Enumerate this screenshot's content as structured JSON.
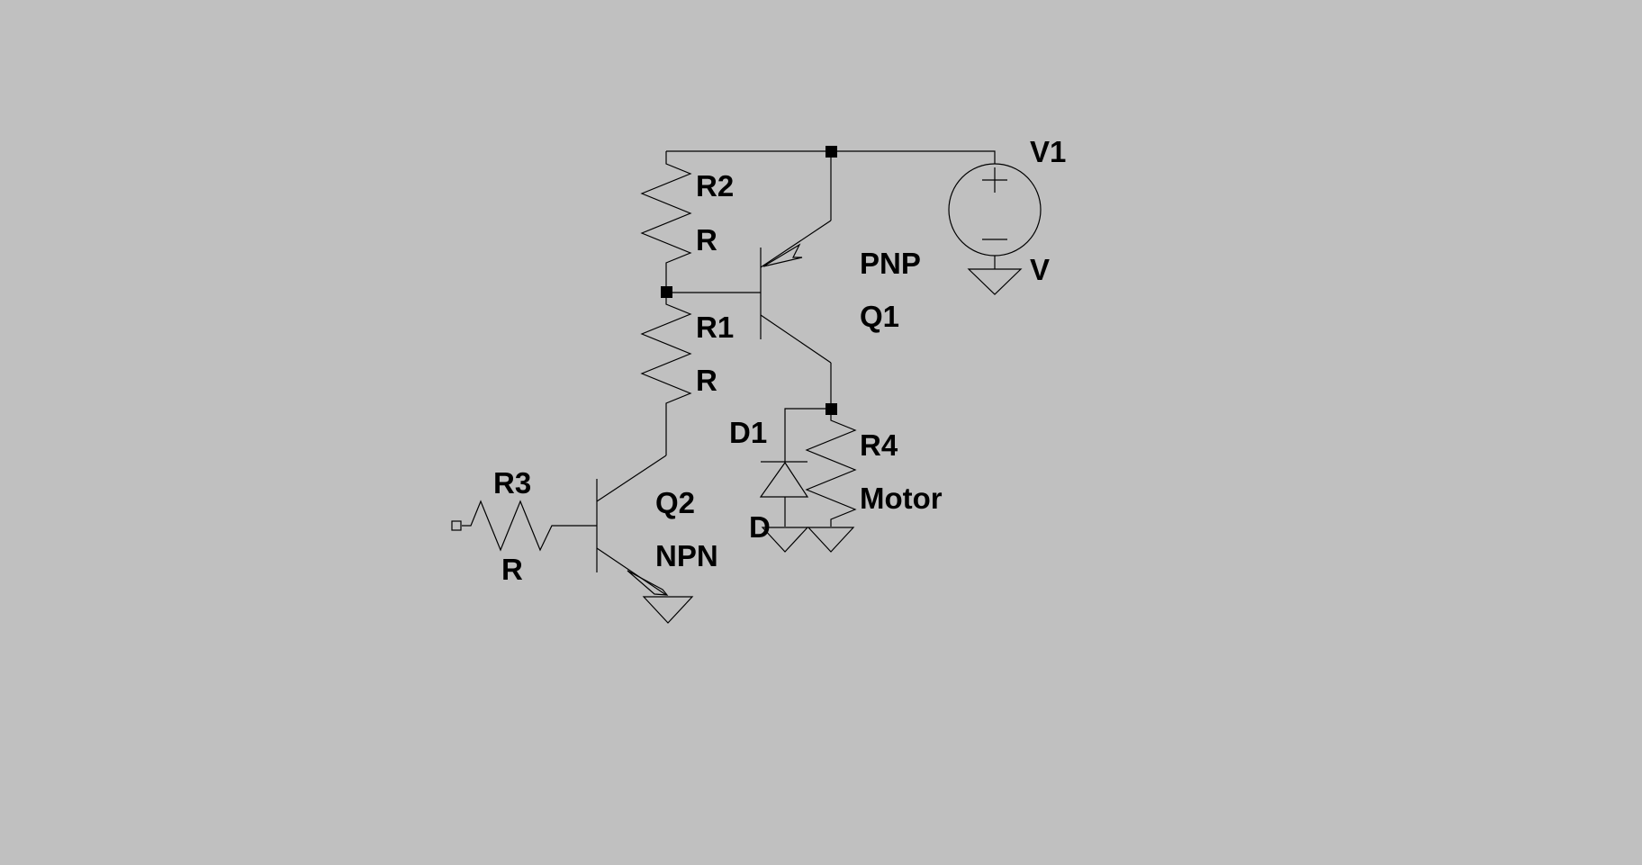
{
  "schematic": {
    "components": [
      {
        "id": "r2",
        "type": "resistor",
        "designator": "R2",
        "value": "R"
      },
      {
        "id": "r1",
        "type": "resistor",
        "designator": "R1",
        "value": "R"
      },
      {
        "id": "r3",
        "type": "resistor",
        "designator": "R3",
        "value": "R"
      },
      {
        "id": "r4",
        "type": "resistor",
        "designator": "R4",
        "value": "Motor"
      },
      {
        "id": "q1",
        "type": "pnp-transistor",
        "designator": "Q1",
        "value": "PNP"
      },
      {
        "id": "q2",
        "type": "npn-transistor",
        "designator": "Q2",
        "value": "NPN"
      },
      {
        "id": "d1",
        "type": "diode",
        "designator": "D1",
        "value": "D"
      },
      {
        "id": "v1",
        "type": "voltage-source",
        "designator": "V1",
        "value": "V"
      }
    ],
    "colors": {
      "background": "#c0c0c0",
      "wire": "#000000",
      "node": "#000000"
    }
  }
}
